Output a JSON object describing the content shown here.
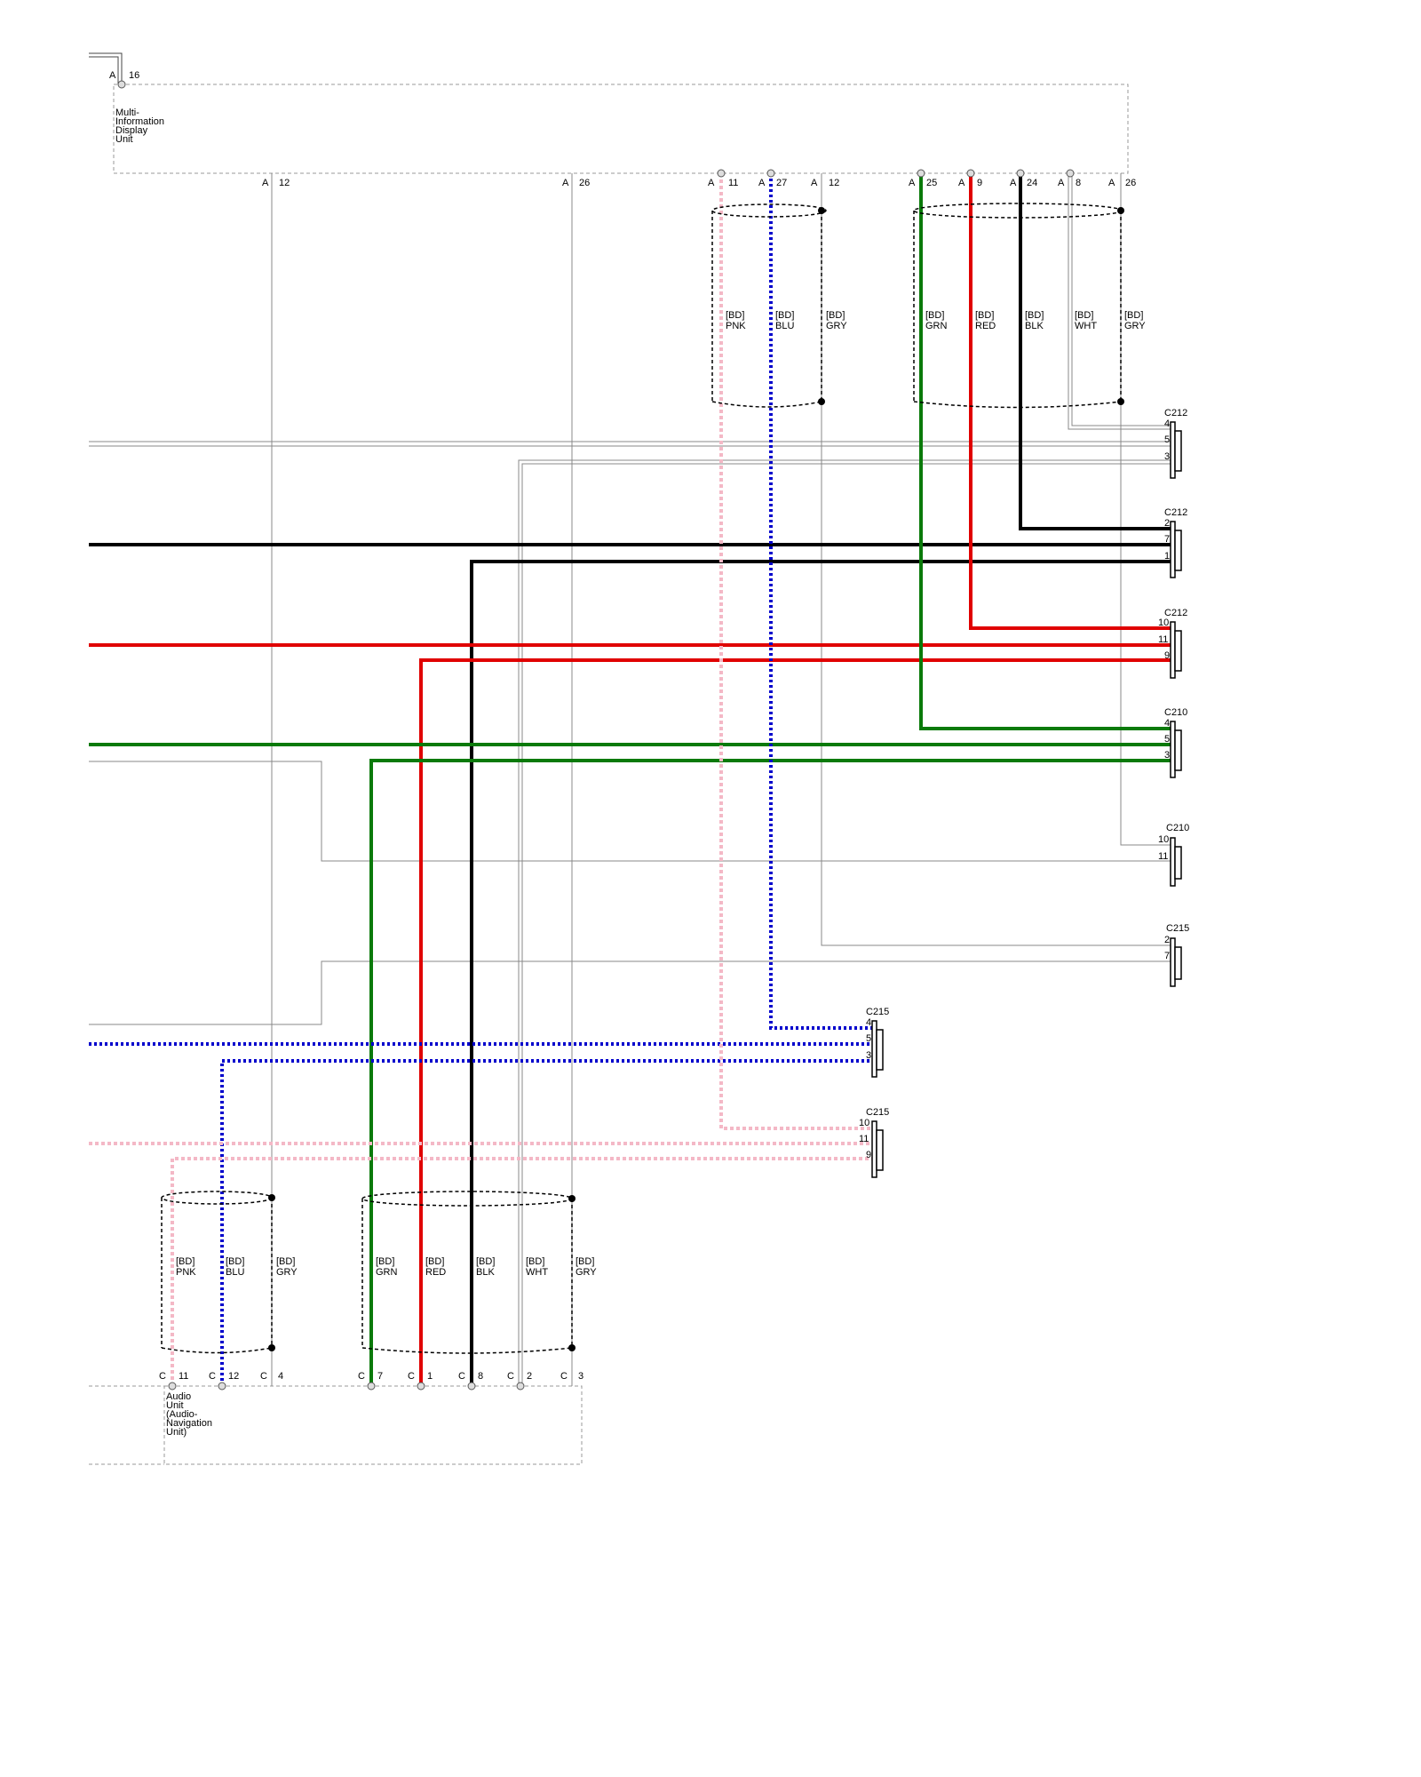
{
  "colors": {
    "BLK": "#000000",
    "RED": "#e00000",
    "GRN": "#0a7a0a",
    "BLU": "#0000cc",
    "PNK": "#f4b8c6",
    "GRY": "#888888",
    "WHT": "#888888"
  },
  "top_ground": {
    "prefix": "A",
    "pin": "16"
  },
  "mid": {
    "name_lines": [
      "Multi-",
      "Information",
      "Display",
      "Unit"
    ],
    "pins": [
      {
        "prefix": "A",
        "pin": "12"
      },
      {
        "prefix": "A",
        "pin": "26"
      },
      {
        "prefix": "A",
        "pin": "11"
      },
      {
        "prefix": "A",
        "pin": "27"
      },
      {
        "prefix": "A",
        "pin": "12"
      },
      {
        "prefix": "A",
        "pin": "25"
      },
      {
        "prefix": "A",
        "pin": "9"
      },
      {
        "prefix": "A",
        "pin": "24"
      },
      {
        "prefix": "A",
        "pin": "8"
      },
      {
        "prefix": "A",
        "pin": "26"
      }
    ]
  },
  "audio": {
    "name_lines": [
      "Audio",
      "Unit",
      "(Audio-",
      "Navigation",
      "Unit)"
    ],
    "pins": [
      {
        "prefix": "C",
        "pin": "11"
      },
      {
        "prefix": "C",
        "pin": "12"
      },
      {
        "prefix": "C",
        "pin": "4"
      },
      {
        "prefix": "C",
        "pin": "7"
      },
      {
        "prefix": "C",
        "pin": "1"
      },
      {
        "prefix": "C",
        "pin": "8"
      },
      {
        "prefix": "C",
        "pin": "2"
      },
      {
        "prefix": "C",
        "pin": "3"
      }
    ]
  },
  "shield_labels": {
    "top_left": [
      [
        "[BD]",
        "PNK"
      ],
      [
        "[BD]",
        "BLU"
      ],
      [
        "[BD]",
        "GRY"
      ]
    ],
    "top_right": [
      [
        "[BD]",
        "GRN"
      ],
      [
        "[BD]",
        "RED"
      ],
      [
        "[BD]",
        "BLK"
      ],
      [
        "[BD]",
        "WHT"
      ],
      [
        "[BD]",
        "GRY"
      ]
    ],
    "bottom_left": [
      [
        "[BD]",
        "PNK"
      ],
      [
        "[BD]",
        "BLU"
      ],
      [
        "[BD]",
        "GRY"
      ]
    ],
    "bottom_right": [
      [
        "[BD]",
        "GRN"
      ],
      [
        "[BD]",
        "RED"
      ],
      [
        "[BD]",
        "BLK"
      ],
      [
        "[BD]",
        "WHT"
      ],
      [
        "[BD]",
        "GRY"
      ]
    ]
  },
  "connectors": [
    {
      "name": "C212",
      "pins": [
        "4",
        "5",
        "3"
      ]
    },
    {
      "name": "C212",
      "pins": [
        "2",
        "7",
        "1"
      ]
    },
    {
      "name": "C212",
      "pins": [
        "10",
        "11",
        "9"
      ]
    },
    {
      "name": "C210",
      "pins": [
        "4",
        "5",
        "3"
      ]
    },
    {
      "name": "C210",
      "pins": [
        "10",
        "11"
      ]
    },
    {
      "name": "C215",
      "pins": [
        "2",
        "7"
      ]
    },
    {
      "name": "C215",
      "pins": [
        "4",
        "5",
        "3"
      ]
    },
    {
      "name": "C215",
      "pins": [
        "10",
        "11",
        "9"
      ]
    }
  ]
}
